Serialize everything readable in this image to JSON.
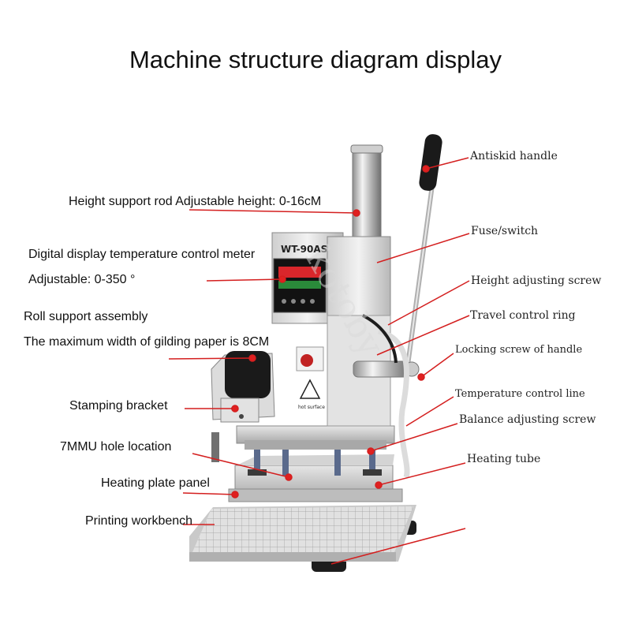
{
  "title": "Machine structure diagram display",
  "machine": {
    "model": "WT-90AS",
    "warning_label": "hot surface",
    "watermark": "kotoby"
  },
  "colors": {
    "leader": "#d41f1f",
    "dot": "#e02020",
    "metal": "#d8d8d8",
    "display": "#d9262b"
  },
  "labels_left": [
    {
      "id": "height-support-rod",
      "text": "Height support rod Adjustable height: 0-16cM"
    },
    {
      "id": "temperature-meter",
      "text": "Digital display temperature control meter"
    },
    {
      "id": "temperature-range",
      "text": "Adjustable: 0-350 °"
    },
    {
      "id": "roll-support",
      "text": "Roll support assembly"
    },
    {
      "id": "paper-width",
      "text": "The maximum width of gilding paper is 8CM"
    },
    {
      "id": "stamping-bracket",
      "text": "Stamping bracket"
    },
    {
      "id": "hole-location",
      "text": "7MMU hole location"
    },
    {
      "id": "heating-plate",
      "text": "Heating plate panel"
    },
    {
      "id": "workbench",
      "text": "Printing workbench"
    }
  ],
  "labels_right": [
    {
      "id": "antiskid-handle",
      "text": "Antiskid handle"
    },
    {
      "id": "fuse-switch",
      "text": "Fuse/switch"
    },
    {
      "id": "height-screw",
      "text": "Height adjusting screw"
    },
    {
      "id": "travel-ring",
      "text": "Travel control ring"
    },
    {
      "id": "locking-screw",
      "text": "Locking screw of handle"
    },
    {
      "id": "temp-line",
      "text": "Temperature control line"
    },
    {
      "id": "balance-screw",
      "text": "Balance adjusting screw"
    },
    {
      "id": "heating-tube",
      "text": "Heating tube"
    }
  ]
}
